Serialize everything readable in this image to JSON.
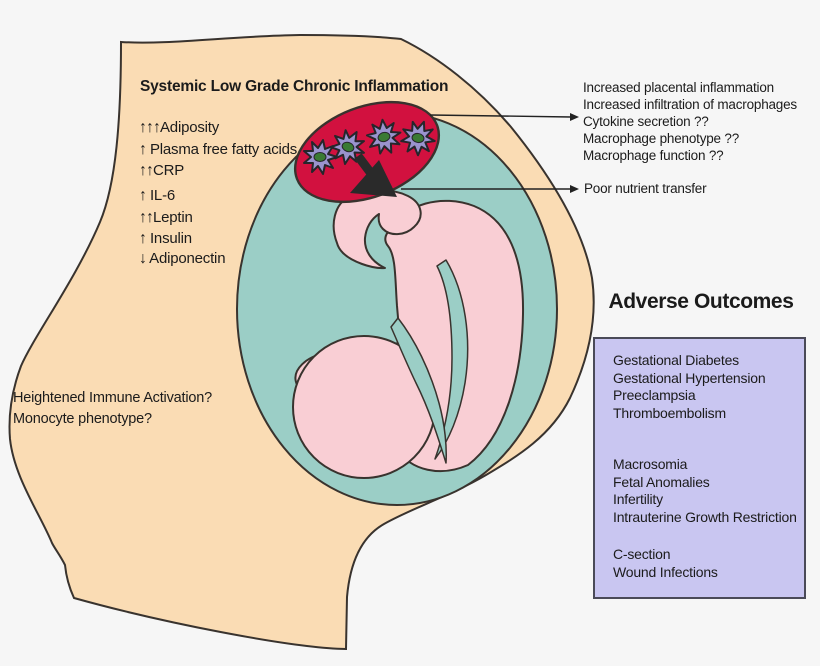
{
  "title": "Systemic Low Grade Chronic Inflammation",
  "maternal_factors": [
    {
      "arrows": "↑↑↑",
      "label": "Adiposity"
    },
    {
      "arrows": "↑",
      "label": " Plasma free fatty acids"
    },
    {
      "arrows": "↑↑",
      "label": "CRP"
    },
    {
      "arrows": "↑",
      "label": " IL-6"
    },
    {
      "arrows": "↑↑",
      "label": "Leptin"
    },
    {
      "arrows": "↑",
      "label": " Insulin"
    },
    {
      "arrows": "↓",
      "label": " Adiponectin"
    }
  ],
  "placental_effects": {
    "line1": "Increased placental inflammation",
    "line2": "Increased infiltration of macrophages",
    "line3": "Cytokine secretion ??",
    "line4": "Macrophage phenotype ??",
    "line5": "Macrophage function ??"
  },
  "nutrient_transfer_label": "Poor nutrient transfer",
  "immune_questions": {
    "line1": "Heightened Immune Activation?",
    "line2": "Monocyte phenotype?"
  },
  "adverse": {
    "heading": "Adverse Outcomes",
    "groups": [
      [
        "Gestational Diabetes",
        "Gestational Hypertension",
        "Preeclampsia",
        "Thromboembolism"
      ],
      [
        "Macrosomia",
        "Fetal Anomalies",
        "Infertility",
        "Intrauterine Growth Restriction"
      ],
      [
        "C-section",
        "Wound Infections"
      ]
    ]
  },
  "icons": {
    "macrophage": "macrophage-cell-icon",
    "nutrient_arrow": "down-right-arrow-icon",
    "pointer": "right-arrow-icon"
  },
  "colors": {
    "background": "#f6f6f6",
    "belly": "#fadcb4",
    "outline": "#39332e",
    "uterus": "#9bcec6",
    "fetus": "#f9ced4",
    "placenta": "#d2113f",
    "macrophage": "#9a93ce",
    "nucleus": "#3a7a33",
    "box_fill": "#c9c6f1",
    "box_border": "#4a4a58",
    "text": "#1b1b1b"
  }
}
